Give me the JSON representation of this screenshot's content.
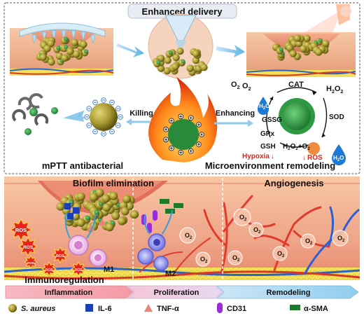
{
  "top_panel": {
    "title": "Enhanced delivery",
    "mptt_label": "mPTT antibacterial",
    "remodel_label": "Microenvironment remodeling",
    "killing_label": "Killing",
    "enhancing_label": "Enhancing"
  },
  "cycle": {
    "o2_a": "O",
    "o2_b": "O",
    "cat": "CAT",
    "h2o2_top": "H",
    "h2o_left": "H",
    "gssg": "GSSG",
    "sod": "SOD",
    "gpx": "GPx",
    "gsh": "GSH",
    "h2o2_o2": "H",
    "hypoxia": "Hypoxia",
    "ros": "ROS",
    "h2o_right": "H"
  },
  "bottom_panel": {
    "biofilm_label": "Biofilm elimination",
    "angiogenesis_label": "Angiogenesis",
    "immuno_label": "Immunoregulation",
    "m1_label": "M1",
    "m2_label": "M2",
    "ros_label": "ROS",
    "o2_label": "O",
    "phases": [
      "Inflammation",
      "Proliferation",
      "Remodeling"
    ]
  },
  "legend": [
    {
      "label": "S. aureus",
      "color": "#a89a2e",
      "shape": "circle"
    },
    {
      "label": "IL-6",
      "color": "#1b3fb0",
      "shape": "square"
    },
    {
      "label": "TNF-α",
      "color": "#e8837a",
      "shape": "triangle"
    },
    {
      "label": "CD31",
      "color": "#9b2bd6",
      "shape": "capsule"
    },
    {
      "label": "α-SMA",
      "color": "#1e7a2a",
      "shape": "rect"
    }
  ]
}
